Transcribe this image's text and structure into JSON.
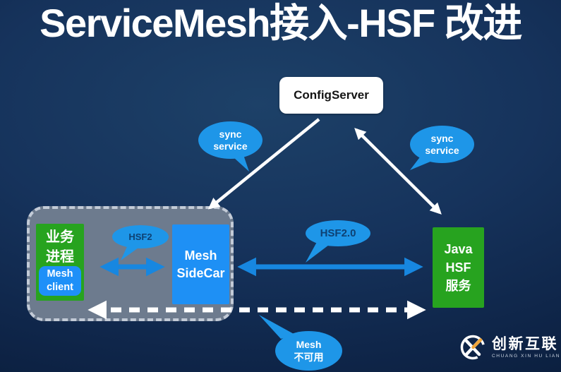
{
  "title": "ServiceMesh接入-HSF 改进",
  "colors": {
    "background_center": "#1d4168",
    "background_edge": "#081a35",
    "bubble_blue": "#1e96e8",
    "arrow_blue": "#1787e0",
    "node_green": "#27a31f",
    "node_blue": "#1e90f5",
    "group_gray": "#6d7b8e",
    "bubble_text_navy": "#0e4173",
    "white": "#ffffff",
    "logo_orange": "#f0a63c"
  },
  "nodes": {
    "config_server": {
      "label": "ConfigServer"
    },
    "business_process": {
      "label": "业务\n进程"
    },
    "mesh_client": {
      "label": "Mesh\nclient"
    },
    "mesh_sidecar": {
      "label": "Mesh\nSideCar"
    },
    "java_hsf": {
      "label": "Java\nHSF\n服务"
    }
  },
  "bubbles": {
    "sync_left": {
      "label": "sync\nservice"
    },
    "sync_right": {
      "label": "sync\nservice"
    },
    "hsf2": {
      "label": "HSF2"
    },
    "hsf2_0": {
      "label": "HSF2.0"
    },
    "mesh_unavailable": {
      "label": "Mesh\n不可用"
    }
  },
  "watermark": {
    "name": "创新互联",
    "subtitle": "CHUANG XIN HU LIAN"
  }
}
